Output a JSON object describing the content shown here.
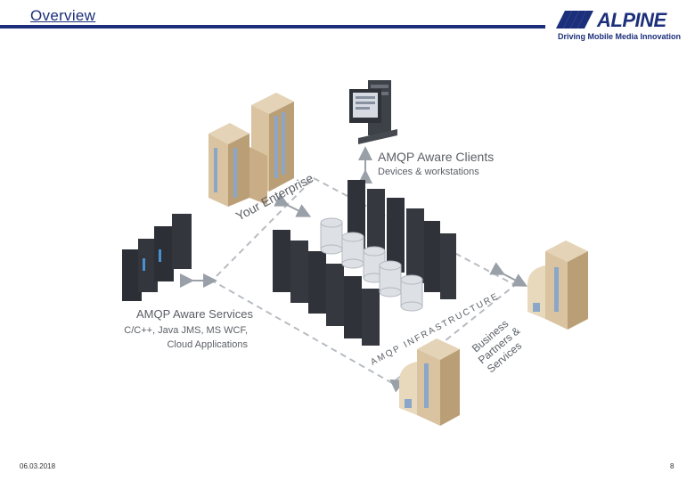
{
  "header": {
    "title": "Overview",
    "brand": "ALPINE",
    "tagline": "Driving Mobile Media Innovation"
  },
  "diagram": {
    "clients_title": "AMQP Aware Clients",
    "clients_sub": "Devices & workstations",
    "enterprise": "Your Enterprise",
    "services_title": "AMQP Aware Services",
    "services_line1": "C/C++, Java JMS, MS WCF,",
    "services_line2": "Cloud Applications",
    "infrastructure": "AMQP INFRASTRUCTURE",
    "partners_line1": "Business",
    "partners_line2": "Partners &",
    "partners_line3": "Services"
  },
  "footer": {
    "date": "06.03.2018",
    "page": "8"
  }
}
